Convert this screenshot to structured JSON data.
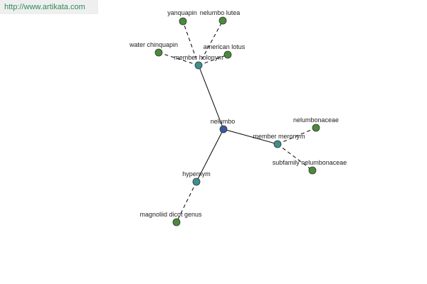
{
  "watermark": "http://www.artikata.com",
  "colors": {
    "center": "#3b57a0",
    "relation": "#3e8f8d",
    "leaf": "#4a8a3a"
  },
  "graph": {
    "center": "nelumbo",
    "relations": [
      {
        "id": "holonym",
        "label": "member holonym",
        "children": [
          "yanquapin",
          "nelumbo lutea",
          "water chinquapin",
          "american lotus"
        ]
      },
      {
        "id": "meronym",
        "label": "member meronym",
        "children": [
          "nelumbonaceae",
          "subfamily nelumbonaceae"
        ]
      },
      {
        "id": "hypernym",
        "label": "hypernym",
        "children": [
          "magnoliid dicot genus"
        ]
      }
    ]
  }
}
